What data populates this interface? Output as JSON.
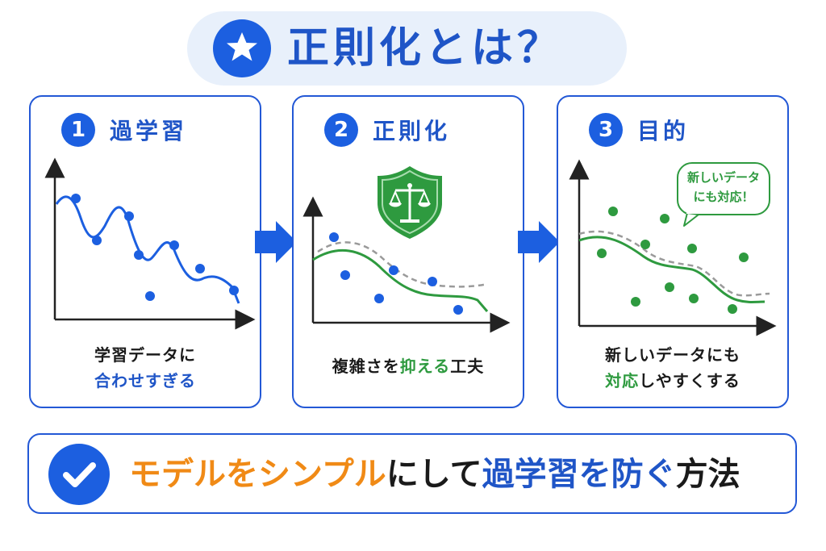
{
  "title": "正則化とは？",
  "panels": [
    {
      "number": "1",
      "title": "過学習",
      "caption_line1": "学習データに",
      "caption_line2_hl": "合わせすぎる",
      "caption_line2_rest": ""
    },
    {
      "number": "2",
      "title": "正則化",
      "caption_pre": "複雑さを",
      "caption_hl": "抑える",
      "caption_post": "工夫"
    },
    {
      "number": "3",
      "title": "目的",
      "bubble_line1": "新しいデータ",
      "bubble_line2": "にも対応！",
      "caption_line1": "新しいデータにも",
      "caption_line2_hl": "対応",
      "caption_line2_rest": "しやすくする"
    }
  ],
  "summary": {
    "part1": "モデルをシンプル",
    "part2": "にして",
    "part3": "過学習を防ぐ",
    "part4": "方法"
  },
  "colors": {
    "blue": "#1c5fe0",
    "green": "#2e9a3f",
    "orange": "#f08a16"
  },
  "icons": [
    "star-icon",
    "shield-scale-icon",
    "check-icon",
    "arrow-right-icon"
  ]
}
